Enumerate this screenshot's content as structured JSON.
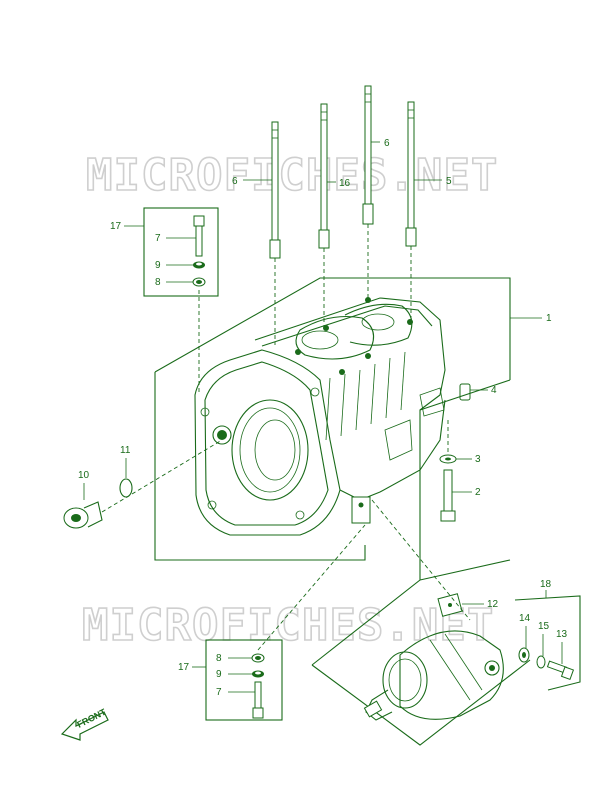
{
  "watermark": "MICROFICHES.NET",
  "front_label": "FRONT",
  "colors": {
    "ink": "#1a6b1a",
    "watermark": "#cfcfcf",
    "background": "#ffffff"
  },
  "callouts": {
    "c1": "1",
    "c2": "2",
    "c3": "3",
    "c4": "4",
    "c5": "5",
    "c6a": "6",
    "c6b": "6",
    "c7a": "7",
    "c7b": "7",
    "c8a": "8",
    "c8b": "8",
    "c9a": "9",
    "c9b": "9",
    "c10": "10",
    "c11": "11",
    "c12": "12",
    "c13": "13",
    "c14": "14",
    "c15": "15",
    "c16": "16",
    "c17a": "17",
    "c17b": "17",
    "c18": "18"
  }
}
